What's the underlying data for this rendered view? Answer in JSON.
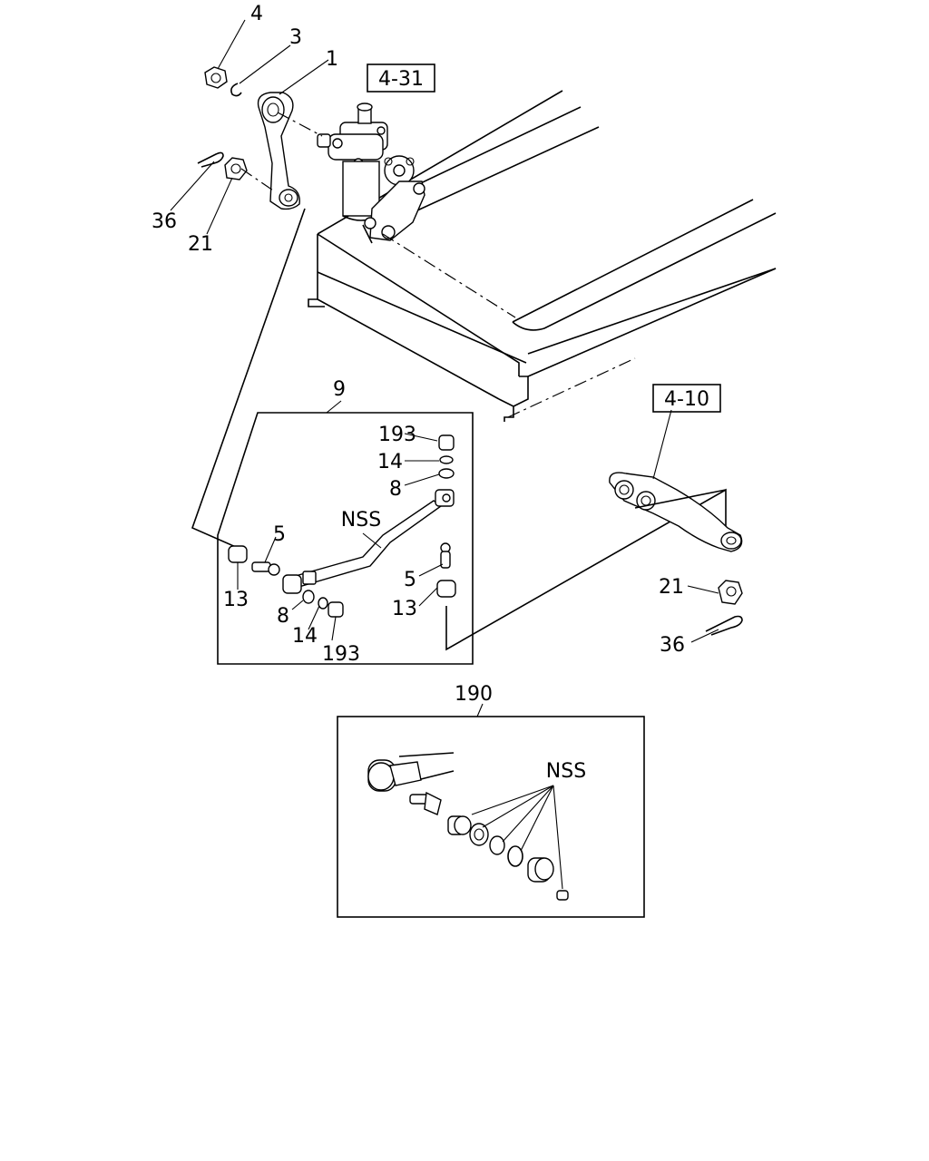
{
  "refs": {
    "ref_top": "4-31",
    "ref_right": "4-10"
  },
  "labels": {
    "l4": "4",
    "l3": "3",
    "l1": "1",
    "l36a": "36",
    "l21a": "21",
    "l9": "9",
    "l193a": "193",
    "l14a": "14",
    "l8a": "8",
    "lnss1": "NSS",
    "l5a": "5",
    "l13a": "13",
    "l8b": "8",
    "l14b": "14",
    "l193b": "193",
    "l5b": "5",
    "l13b": "13",
    "l21b": "21",
    "l36b": "36",
    "l190": "190",
    "lnss2": "NSS"
  }
}
